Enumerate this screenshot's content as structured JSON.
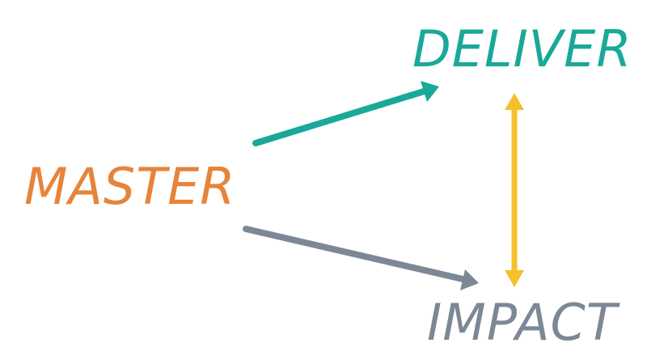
{
  "nodes": {
    "deliver": {
      "label": "DELIVER",
      "color": "#1aa898"
    },
    "master": {
      "label": "MASTER",
      "color": "#e6843a"
    },
    "impact": {
      "label": "IMPACT",
      "color": "#7c8896"
    }
  },
  "edges": [
    {
      "from": "master",
      "to": "deliver",
      "direction": "forward",
      "color": "#1aa898"
    },
    {
      "from": "master",
      "to": "impact",
      "direction": "forward",
      "color": "#7c8896"
    },
    {
      "from": "deliver",
      "to": "impact",
      "direction": "both",
      "color": "#f5c02a"
    }
  ]
}
